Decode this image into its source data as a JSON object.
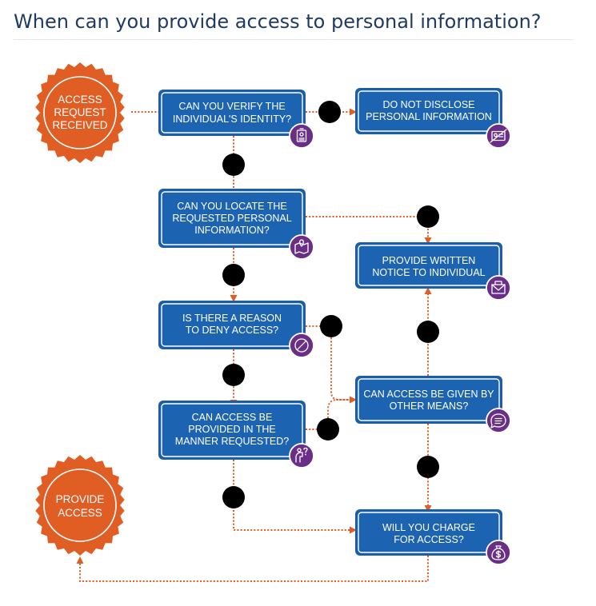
{
  "page": {
    "title": "When can you provide access to personal information?"
  },
  "nodes": {
    "start": {
      "lines": [
        "ACCESS",
        "REQUEST",
        "RECEIVED"
      ]
    },
    "verify": {
      "lines": [
        "CAN YOU VERIFY THE",
        "INDIVIDUAL'S IDENTITY?"
      ],
      "icon": "id-badge-icon"
    },
    "nodisclose": {
      "lines": [
        "DO NOT DISCLOSE",
        "PERSONAL INFORMATION"
      ],
      "icon": "no-id-card-icon"
    },
    "locate": {
      "lines": [
        "CAN YOU LOCATE THE",
        "REQUESTED PERSONAL",
        "INFORMATION?"
      ],
      "icon": "map-pin-icon"
    },
    "notice": {
      "lines": [
        "PROVIDE WRITTEN",
        "NOTICE TO INDIVIDUAL"
      ],
      "icon": "envelope-icon"
    },
    "deny": {
      "lines": [
        "IS THERE A REASON",
        "TO DENY ACCESS?"
      ],
      "icon": "prohibited-icon"
    },
    "other": {
      "lines": [
        "CAN ACCESS BE GIVEN BY",
        "OTHER MEANS?"
      ],
      "icon": "chat-bubble-icon"
    },
    "manner": {
      "lines": [
        "CAN ACCESS BE",
        "PROVIDED IN THE",
        "MANNER REQUESTED?"
      ],
      "icon": "question-person-icon"
    },
    "charge": {
      "lines": [
        "WILL YOU CHARGE",
        "FOR ACCESS?"
      ],
      "icon": "money-bag-icon"
    },
    "end": {
      "lines": [
        "PROVIDE",
        "ACCESS"
      ]
    }
  },
  "badges": {
    "yes": "check-icon",
    "no": "cross-icon"
  },
  "colors": {
    "title": "#1f3b63",
    "box": "#1c64b2",
    "seal": "#e05d24",
    "connector": "#e05d24",
    "badge": "#0d2d52",
    "icon": "#6a2e86"
  }
}
